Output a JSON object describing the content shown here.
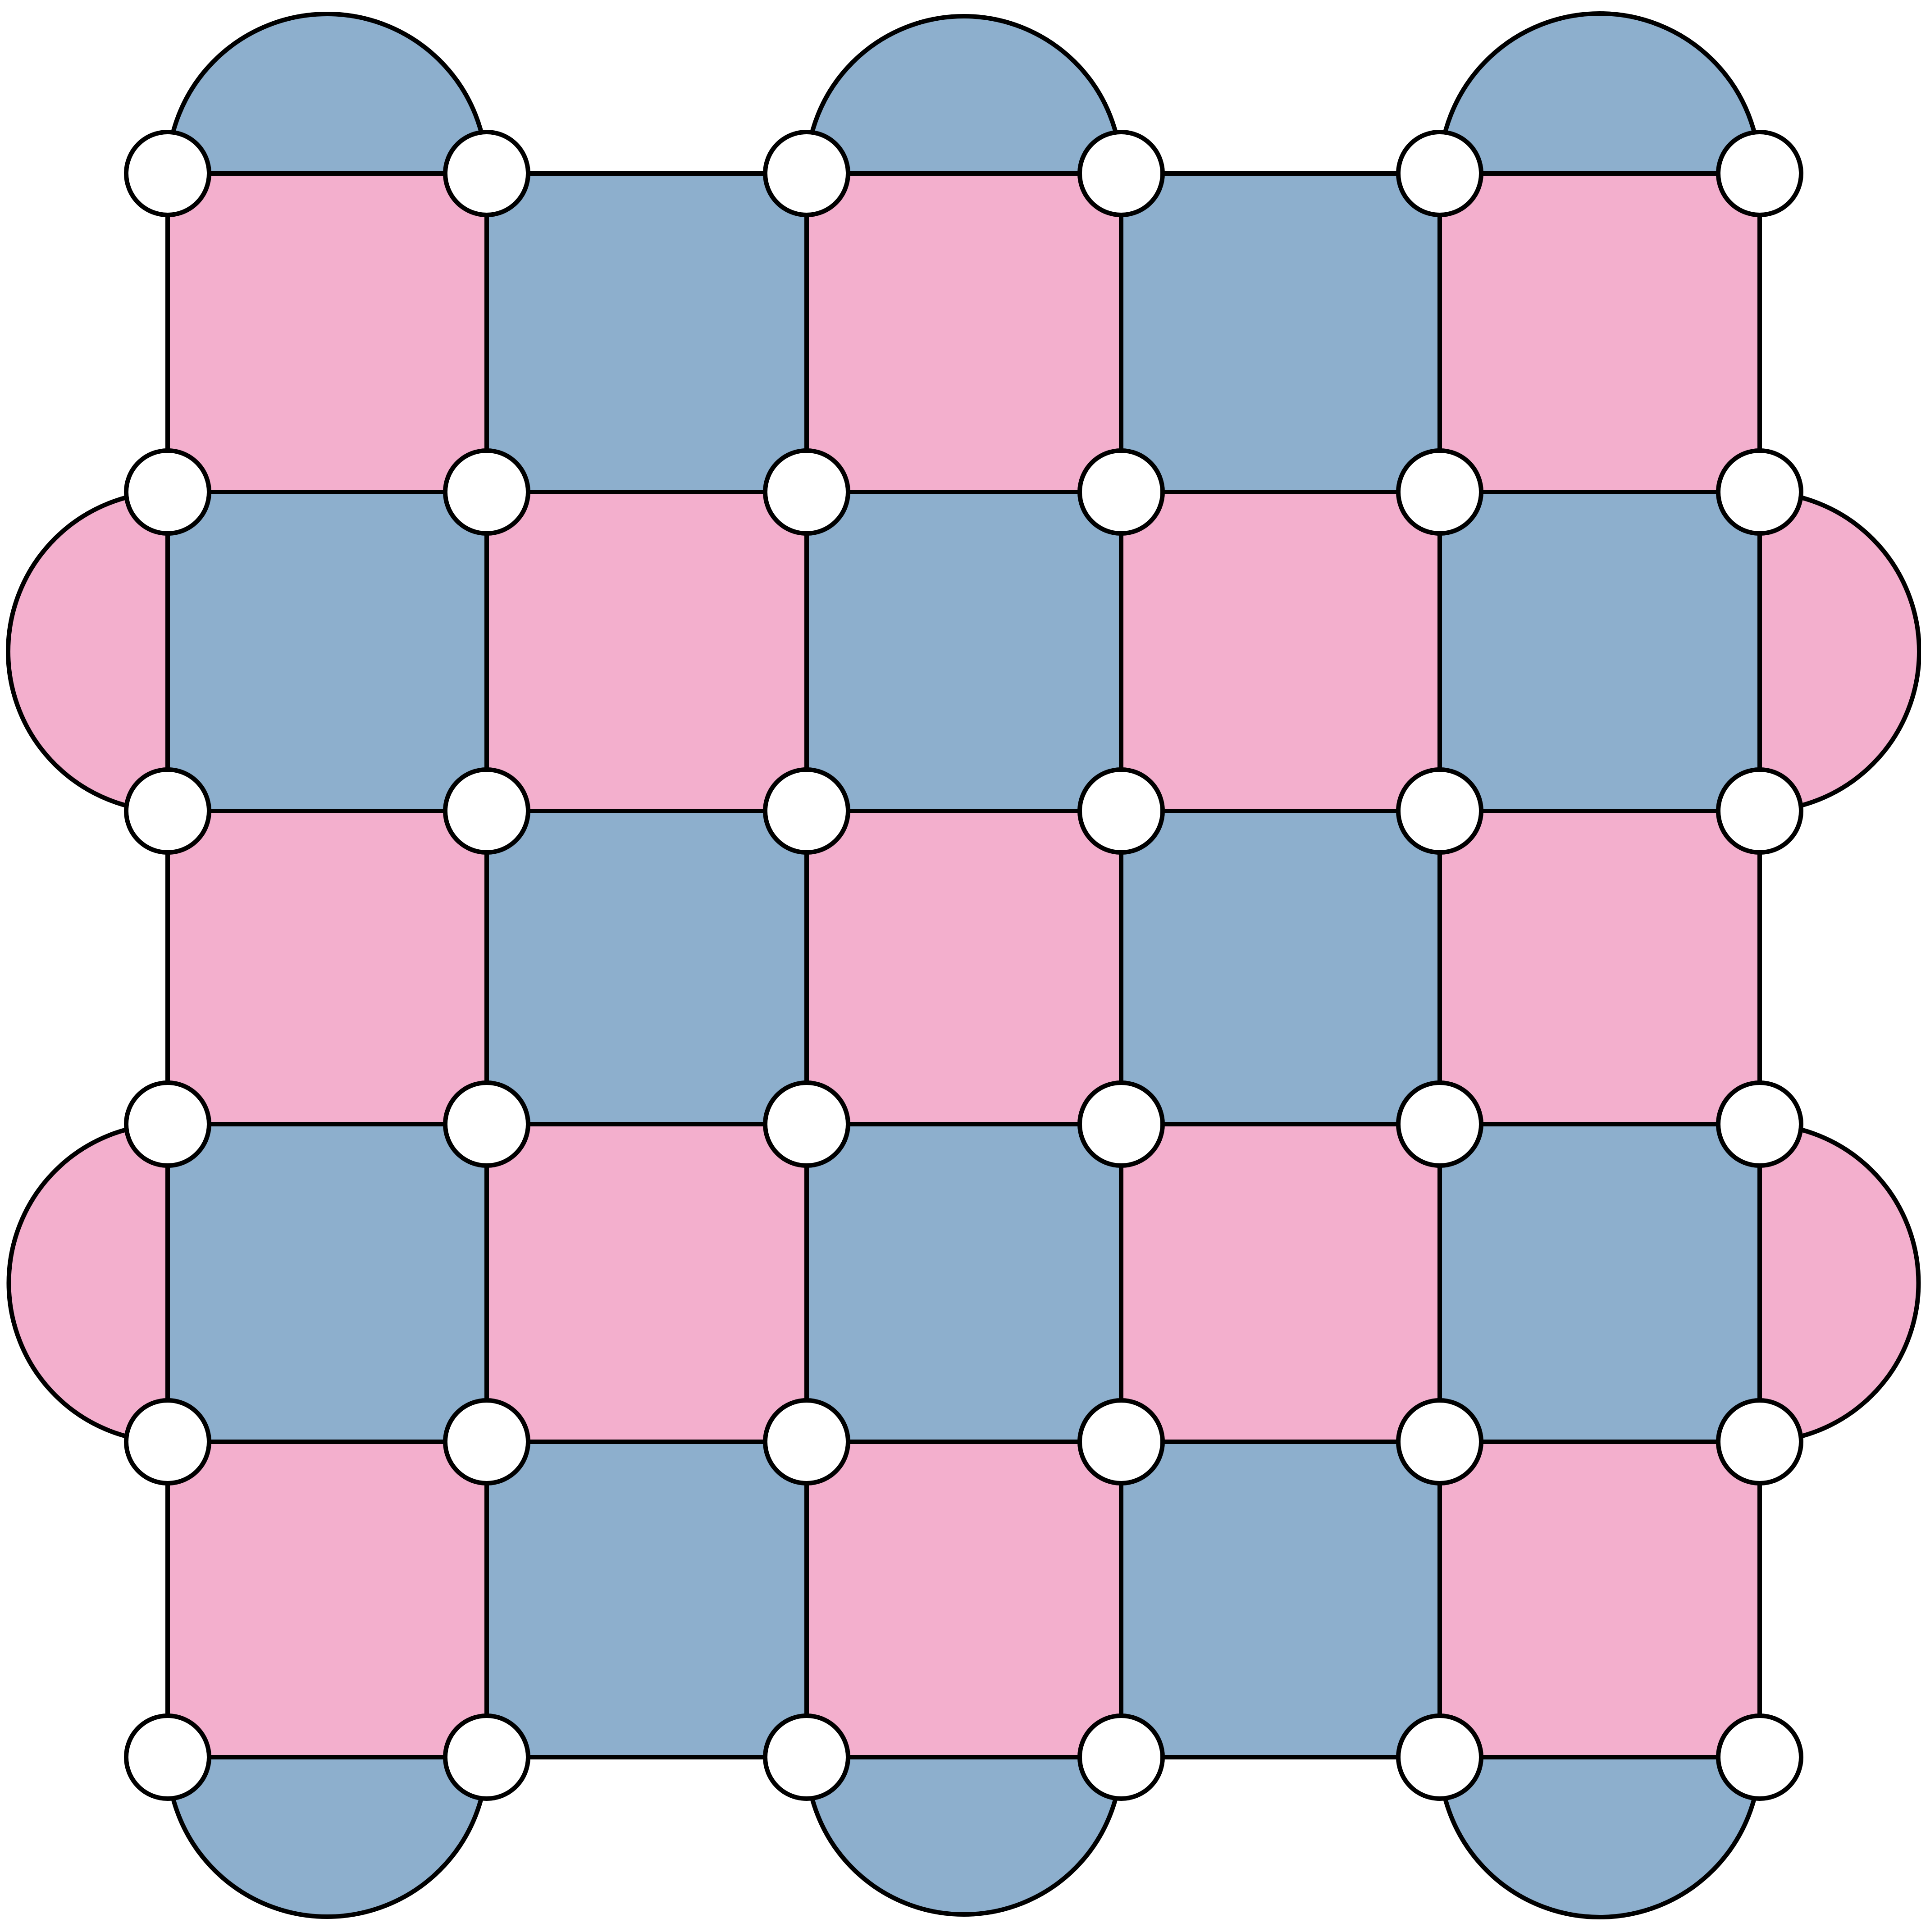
{
  "diagram": {
    "type": "checkerboard-lattice",
    "rows": 5,
    "cols": 5,
    "colors": {
      "pink": "#F3AFCD",
      "blue": "#8DAFCD",
      "stroke": "#000000",
      "node_fill": "#FFFFFF"
    },
    "cells": [
      [
        "pink",
        "blue",
        "pink",
        "blue",
        "pink"
      ],
      [
        "blue",
        "pink",
        "blue",
        "pink",
        "blue"
      ],
      [
        "pink",
        "blue",
        "pink",
        "blue",
        "pink"
      ],
      [
        "blue",
        "pink",
        "blue",
        "pink",
        "blue"
      ],
      [
        "pink",
        "blue",
        "pink",
        "blue",
        "pink"
      ]
    ],
    "edge_caps": {
      "top": [
        {
          "col": 0,
          "color": "blue"
        },
        {
          "col": 2,
          "color": "blue"
        },
        {
          "col": 4,
          "color": "blue"
        }
      ],
      "bottom": [
        {
          "col": 0,
          "color": "blue"
        },
        {
          "col": 2,
          "color": "blue"
        },
        {
          "col": 4,
          "color": "blue"
        }
      ],
      "left": [
        {
          "row": 1,
          "color": "pink"
        },
        {
          "row": 3,
          "color": "pink"
        }
      ],
      "right": [
        {
          "row": 1,
          "color": "pink"
        },
        {
          "row": 3,
          "color": "pink"
        }
      ]
    }
  }
}
